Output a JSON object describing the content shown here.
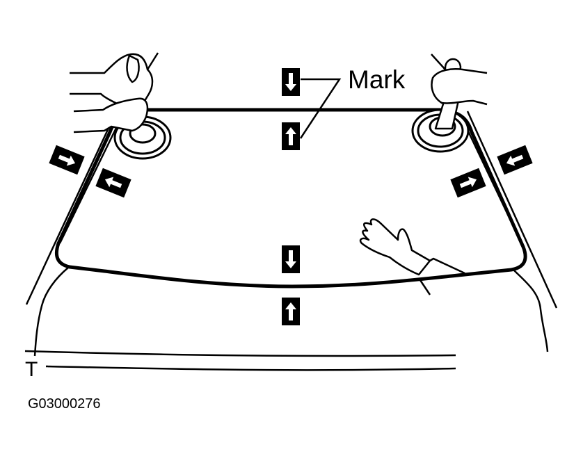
{
  "diagram": {
    "type": "technical-illustration",
    "subject": "Windshield glass installation with suction cups and alignment marks",
    "labels": {
      "mark": "Mark",
      "figure_code": "G03000276",
      "t_label": "T"
    },
    "colors": {
      "ink": "#000000",
      "background": "#ffffff"
    },
    "markers": [
      {
        "id": "top-outer",
        "direction": "down",
        "position": "top-center above glass edge"
      },
      {
        "id": "top-inner",
        "direction": "up",
        "position": "top-center below glass edge"
      },
      {
        "id": "bottom-inner",
        "direction": "down",
        "position": "bottom-center above glass edge"
      },
      {
        "id": "bottom-outer",
        "direction": "up",
        "position": "bottom-center below glass edge"
      },
      {
        "id": "left-outer",
        "direction": "right",
        "position": "left pillar outside"
      },
      {
        "id": "left-inner",
        "direction": "left",
        "position": "left pillar inside"
      },
      {
        "id": "right-inner",
        "direction": "right",
        "position": "right pillar inside"
      },
      {
        "id": "right-outer",
        "direction": "left",
        "position": "right pillar outside"
      }
    ],
    "tools": [
      {
        "id": "suction-cup-left",
        "held_by": "two hands"
      },
      {
        "id": "suction-cup-right",
        "held_by": "one hand"
      }
    ]
  }
}
